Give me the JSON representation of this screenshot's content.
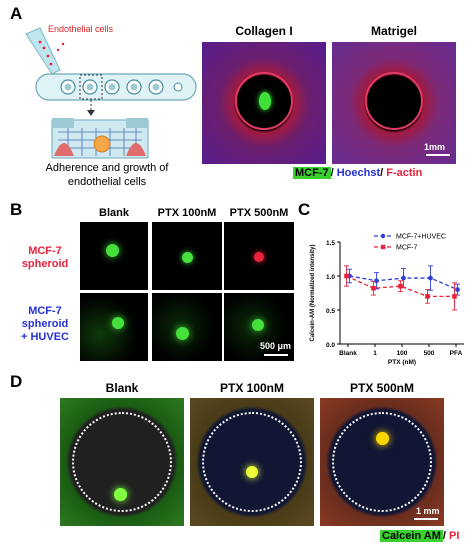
{
  "panel_a": {
    "label": "A",
    "device_caption": "Endothelial cells",
    "adherence_caption_line1": "Adherence and growth of",
    "adherence_caption_line2": "endothelial cells",
    "col1": "Collagen I",
    "col2": "Matrigel",
    "scale": "1mm",
    "legend_mcf7": "MCF-7",
    "legend_sep1": "/",
    "legend_hoechst": " Hoechst",
    "legend_sep2": "/",
    "legend_factin": " F-actin",
    "colors": {
      "red": "#e8223a",
      "blue": "#2432d6",
      "green": "#39d12e"
    }
  },
  "panel_b": {
    "label": "B",
    "col1": "Blank",
    "col2": "PTX 100nM",
    "col3": "PTX 500nM",
    "row1_line1": "MCF-7",
    "row1_line2": "spheroid",
    "row2_line1": "MCF-7",
    "row2_line2": "spheroid",
    "row2_line3": "+ HUVEC",
    "scale": "500 μm"
  },
  "panel_c": {
    "label": "C"
  },
  "panel_d": {
    "label": "D",
    "col1": "Blank",
    "col2": "PTX 100nM",
    "col3": "PTX 500nM",
    "scale": "1 mm",
    "legend_calcein": "Calcein AM",
    "legend_sep": "/",
    "legend_pi": " PI"
  },
  "chart_data": {
    "type": "line",
    "categories": [
      "Blank",
      "1",
      "100",
      "500",
      "PFA"
    ],
    "xlabel": "PTX (nM)",
    "ylabel": "Calcein-AM (Normalized intensity)",
    "ylim": [
      0.0,
      1.5
    ],
    "yticks": [
      "0.0",
      "0.5",
      "1.0",
      "1.5"
    ],
    "legend_position": "top-right",
    "series": [
      {
        "name": "MCF-7+HUVEC",
        "color": "#2f3fd8",
        "values": [
          1.0,
          0.93,
          0.97,
          0.97,
          0.8
        ],
        "err": [
          0.1,
          0.12,
          0.14,
          0.18,
          0.08
        ]
      },
      {
        "name": "MCF-7",
        "color": "#e8223a",
        "values": [
          1.0,
          0.82,
          0.85,
          0.7,
          0.7
        ],
        "err": [
          0.15,
          0.1,
          0.08,
          0.1,
          0.2
        ]
      }
    ]
  }
}
